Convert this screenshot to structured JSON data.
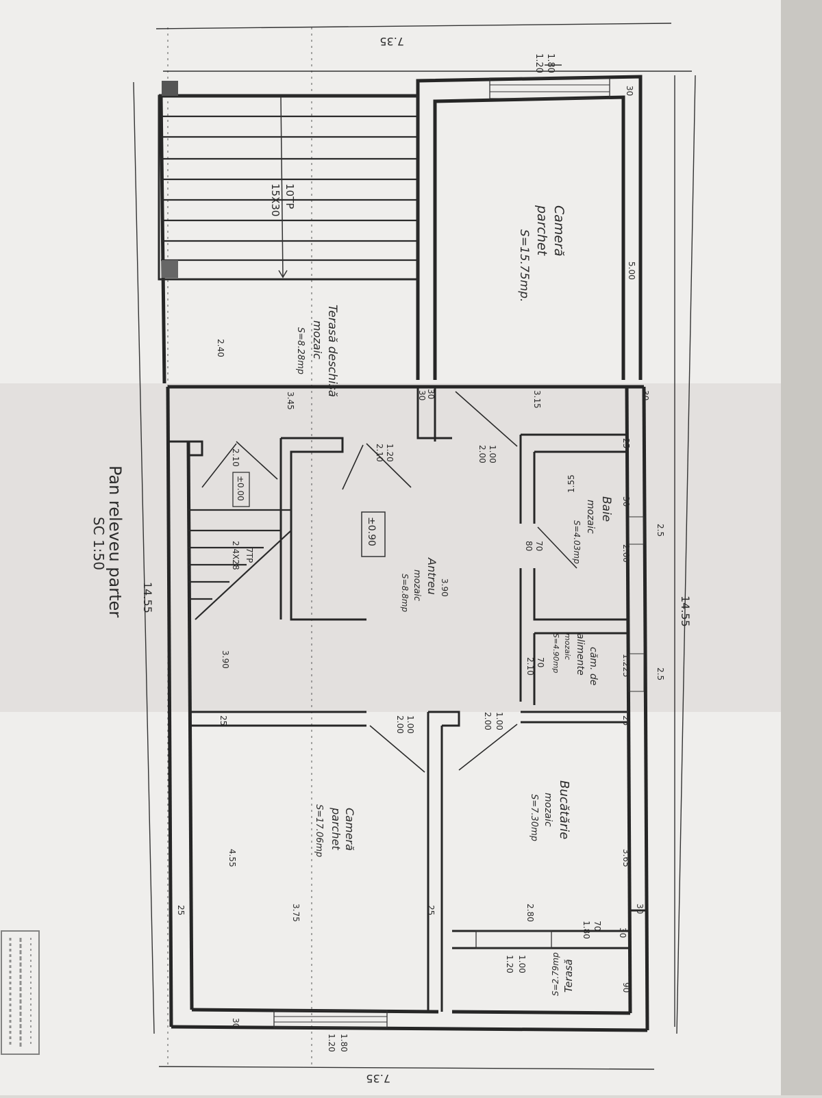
{
  "drawing": {
    "title": "Pan releveu parter",
    "scale": "SC 1:50",
    "dims": {
      "top_width": "7.35",
      "bottom_width": "7.35",
      "left_length": "14.55",
      "right_length": "14.55",
      "window_top": "1.80",
      "window_top_h": "1.20",
      "window_bottom": "1.80",
      "window_bottom_h": "1.20",
      "wall_30": "30",
      "wall_25": "25",
      "room1_len": "5.00",
      "terrace_len": "2.40",
      "mid_315": "3.15",
      "mid_345": "3.45",
      "hall_len": "3.90",
      "hall_len_left": "3.90",
      "bath_len": "2.60",
      "bath_155": "1.55",
      "pantry_len": "1.225",
      "kitchen_len": "3.65",
      "room2_len": "4.55",
      "room2_375": "3.75",
      "terrace2_280": "2.80",
      "terrace2_90": "90",
      "door_100_200": "1.00",
      "door_200": "2.00",
      "door_120_210": "1.20",
      "door_210": "2.10",
      "door_70": "70",
      "door_80": "80",
      "door_70_210": "70",
      "door_1_00": "1.00",
      "door_2_00": "2.00",
      "door_100_2": "1.00",
      "door_200_2": "2.00",
      "win_70": "70",
      "win_180": "1.80",
      "win_100": "1.00",
      "win_120": "1.20",
      "win_small": "2.5",
      "level_1": "±0.90",
      "level_2": "±0.00",
      "stair_main": "10TP",
      "stair_main_sz": "15X30",
      "stair_small": "7TP",
      "stair_small_sz": "2.4X28"
    },
    "rooms": {
      "camera1": {
        "name": "Cameră",
        "floor": "parchet",
        "area": "S=15.75mp."
      },
      "terasa": {
        "name": "Terasă deschisă",
        "floor": "mozaic",
        "area": "S=8.28mp"
      },
      "baie": {
        "name": "Baie",
        "floor": "mozaic",
        "area": "S=4.03mp"
      },
      "antreu": {
        "name": "Antreu",
        "floor": "mozaic",
        "area": "S=8.8mp"
      },
      "camara": {
        "name": "căm. de",
        "name2": "alimente",
        "floor": "mozaic",
        "area": "S=4.90mp"
      },
      "bucatarie": {
        "name": "Bucătărie",
        "floor": "mozaic",
        "area": "S=7.30mp"
      },
      "camera2": {
        "name": "Cameră",
        "floor": "parchet",
        "area": "S=17.06mp"
      },
      "terasa2": {
        "name": "Terasă",
        "area": "S=2.79mp"
      }
    }
  }
}
